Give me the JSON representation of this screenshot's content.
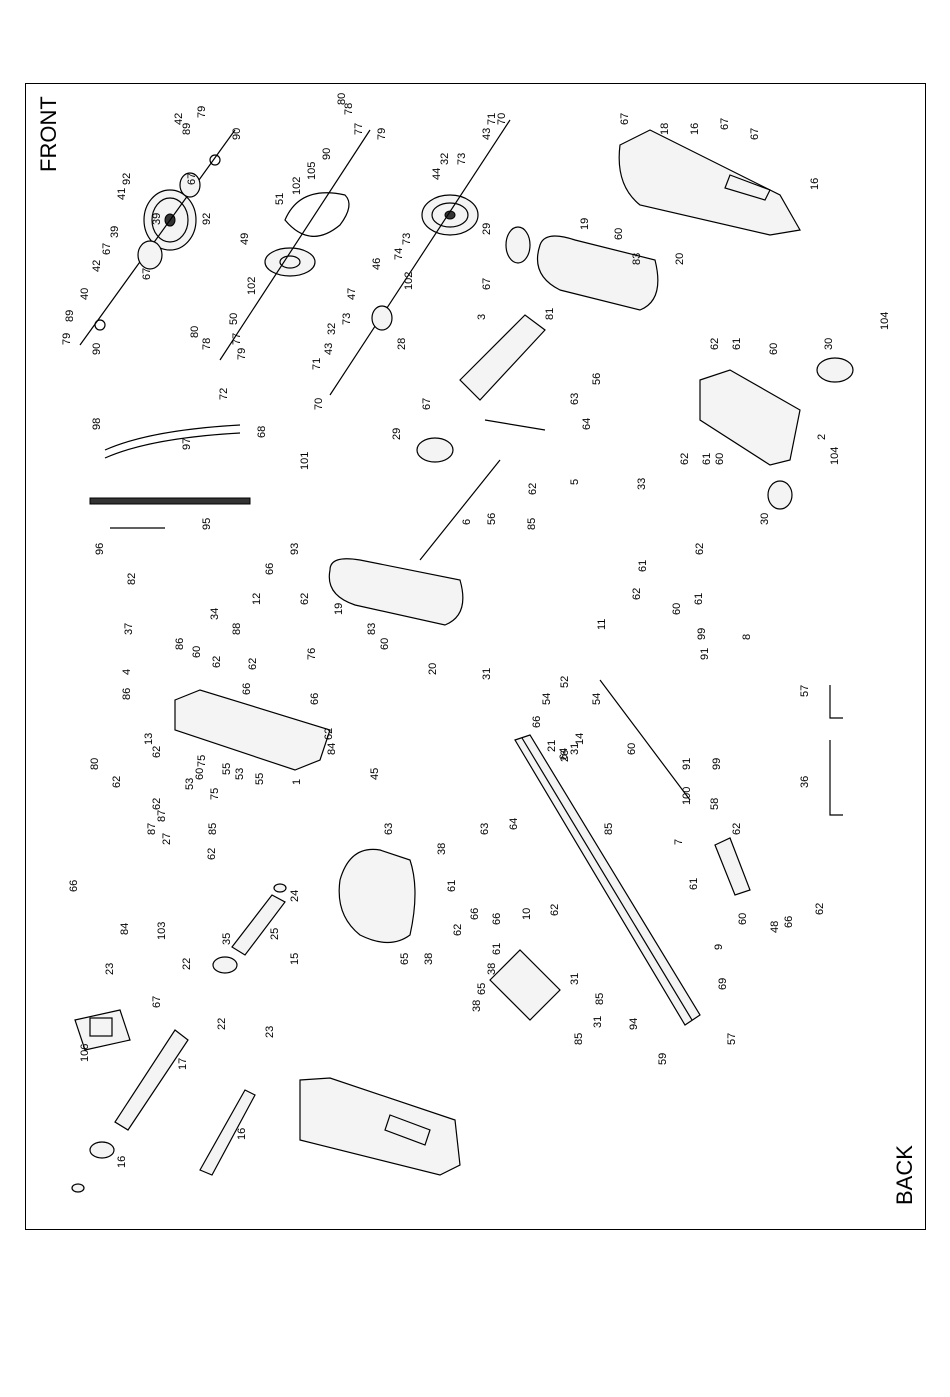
{
  "labels": {
    "front": "FRONT",
    "back": "BACK"
  },
  "callouts": [
    "79",
    "90",
    "89",
    "40",
    "42",
    "67",
    "39",
    "41",
    "92",
    "39",
    "67",
    "42",
    "89",
    "79",
    "90",
    "67",
    "92",
    "80",
    "78",
    "77",
    "79",
    "90",
    "105",
    "102",
    "51",
    "49",
    "102",
    "50",
    "80",
    "78",
    "77",
    "79",
    "70",
    "71",
    "43",
    "32",
    "73",
    "44",
    "73",
    "74",
    "46",
    "102",
    "47",
    "73",
    "32",
    "43",
    "71",
    "70",
    "67",
    "18",
    "16",
    "67",
    "67",
    "16",
    "19",
    "60",
    "83",
    "20",
    "29",
    "67",
    "3",
    "81",
    "28",
    "67",
    "29",
    "56",
    "63",
    "64",
    "5",
    "33",
    "6",
    "56",
    "62",
    "85",
    "62",
    "61",
    "60",
    "30",
    "2",
    "104",
    "62",
    "61",
    "60",
    "30",
    "104",
    "98",
    "97",
    "72",
    "68",
    "95",
    "96",
    "101",
    "93",
    "82",
    "34",
    "37",
    "86",
    "86",
    "4",
    "66",
    "62",
    "12",
    "88",
    "76",
    "19",
    "83",
    "60",
    "20",
    "60",
    "62",
    "62",
    "66",
    "66",
    "62",
    "13",
    "60",
    "75",
    "55",
    "53",
    "75",
    "55",
    "53",
    "1",
    "62",
    "84",
    "45",
    "80",
    "62",
    "87",
    "62",
    "87",
    "27",
    "85",
    "62",
    "31",
    "54",
    "66",
    "14",
    "52",
    "26",
    "11",
    "54",
    "60",
    "62",
    "61",
    "62",
    "61",
    "60",
    "91",
    "99",
    "8",
    "91",
    "99",
    "58",
    "100",
    "7",
    "62",
    "61",
    "60",
    "48",
    "66",
    "62",
    "85",
    "31",
    "21",
    "64",
    "63",
    "64",
    "63",
    "38",
    "65",
    "38",
    "61",
    "66",
    "62",
    "10",
    "62",
    "61",
    "66",
    "38",
    "65",
    "38",
    "85",
    "31",
    "85",
    "31",
    "9",
    "69",
    "59",
    "94",
    "57",
    "57",
    "36",
    "66",
    "84",
    "103",
    "23",
    "22",
    "67",
    "35",
    "24",
    "25",
    "15",
    "106",
    "22",
    "23",
    "17",
    "16",
    "16"
  ]
}
